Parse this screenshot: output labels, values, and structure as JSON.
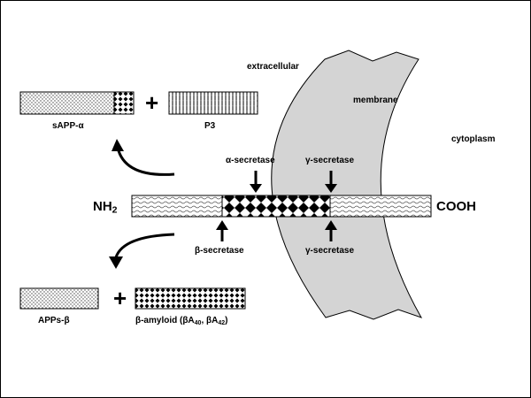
{
  "labels": {
    "extracellular": "extracellular",
    "membrane": "membrane",
    "cytoplasm": "cytoplasm",
    "nh2_main": "NH",
    "nh2_sub": "2",
    "cooh": "COOH",
    "alpha_secretase": "α-secretase",
    "gamma_secretase_top": "γ-secretase",
    "beta_secretase": "β-secretase",
    "gamma_secretase_bottom": "γ-secretase",
    "sapp_alpha": "sAPP-α",
    "p3": "P3",
    "apps_beta": "APPs-β",
    "beta_amyloid_prefix": "β-amyloid (βA",
    "beta_amyloid_sub1": "40",
    "beta_amyloid_mid": ", βA",
    "beta_amyloid_sub2": "42",
    "beta_amyloid_suffix": ")",
    "plus": "+"
  },
  "colors": {
    "membrane_fill": "#d4d4d4",
    "outline": "#000000",
    "background": "#ffffff"
  }
}
